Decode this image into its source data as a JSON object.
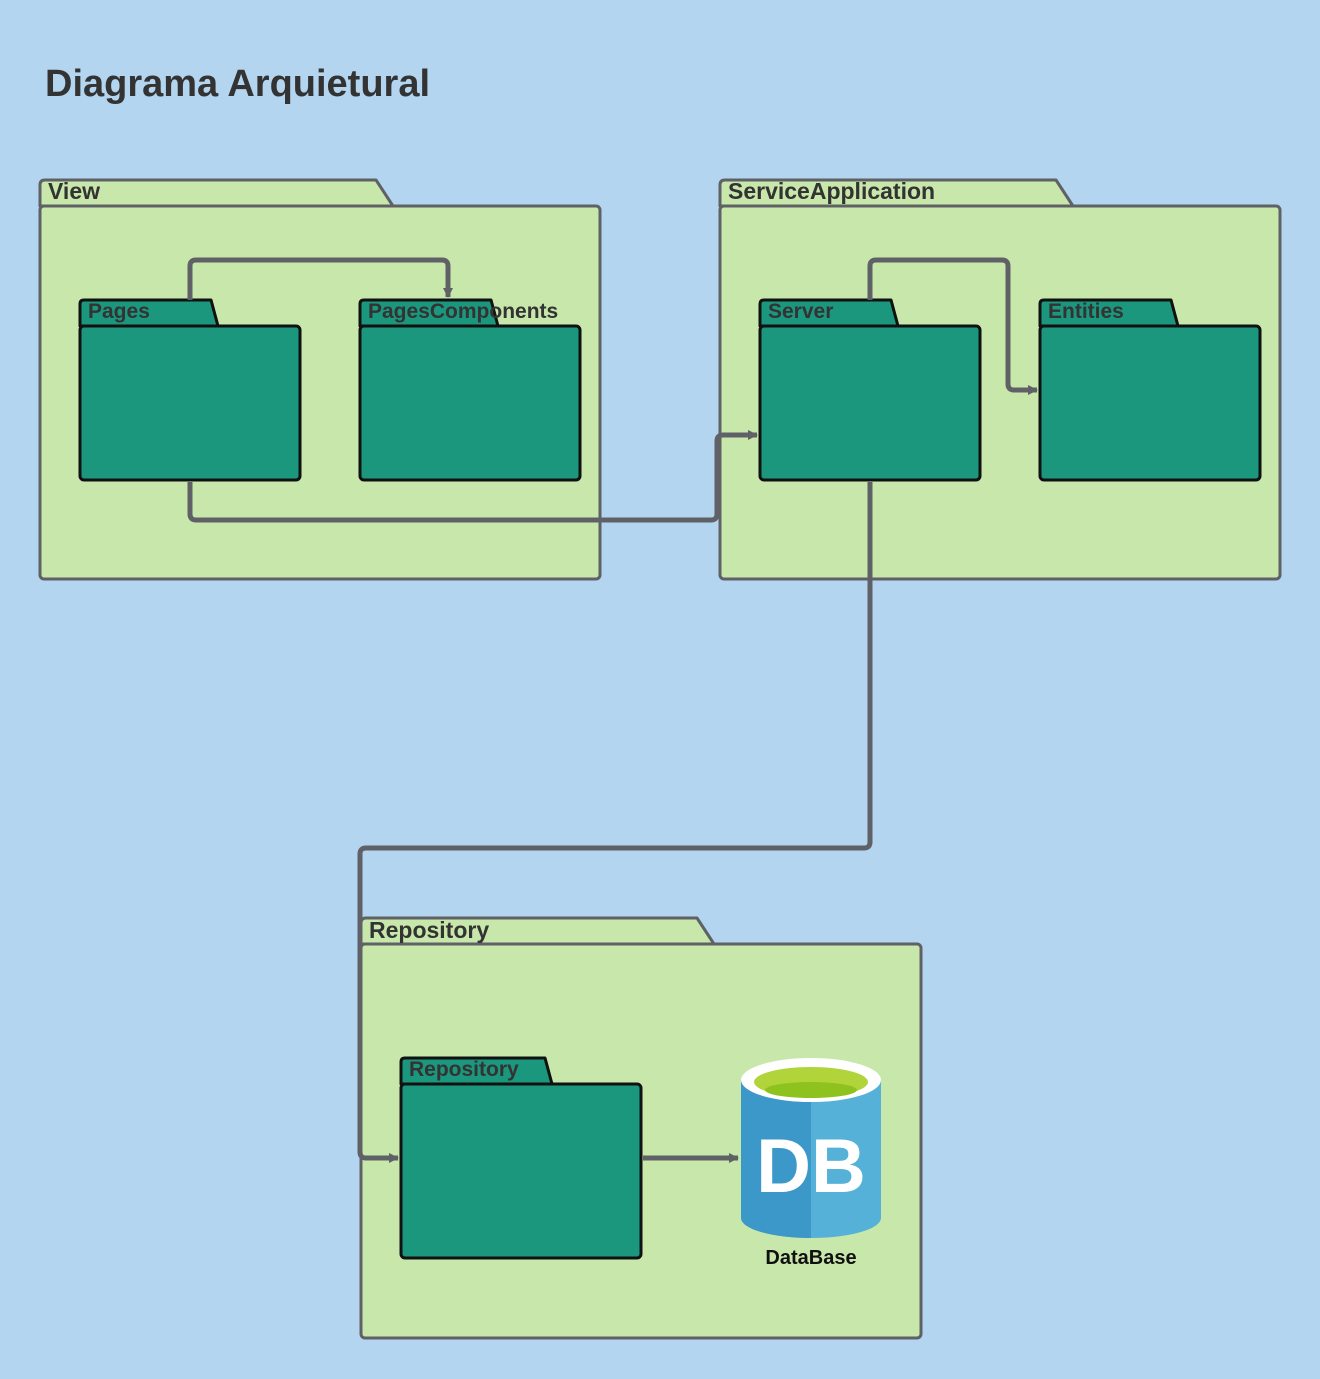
{
  "title": "Diagrama Arquietural",
  "packages": {
    "view": {
      "label": "View",
      "children": {
        "pages": "Pages",
        "pages_components": "PagesComponents"
      }
    },
    "service": {
      "label": "ServiceApplication",
      "children": {
        "server": "Server",
        "entities": "Entities"
      }
    },
    "repository": {
      "label": "Repository",
      "children": {
        "repository": "Repository"
      }
    }
  },
  "database": {
    "letters": "DB",
    "caption": "DataBase"
  },
  "connections": [
    {
      "from": "Pages",
      "to": "PagesComponents"
    },
    {
      "from": "Pages",
      "to": "Server"
    },
    {
      "from": "Server",
      "to": "Entities"
    },
    {
      "from": "Server",
      "to": "Repository"
    },
    {
      "from": "Repository",
      "to": "DataBase"
    }
  ],
  "colors": {
    "background": "#b3d5ef",
    "outer_package": "#c7e7ab",
    "inner_package": "#1b977e",
    "border": "#5f6166",
    "connector": "#5f6166",
    "db_blue": "#56b1d8",
    "db_green": "#8ec21f"
  }
}
